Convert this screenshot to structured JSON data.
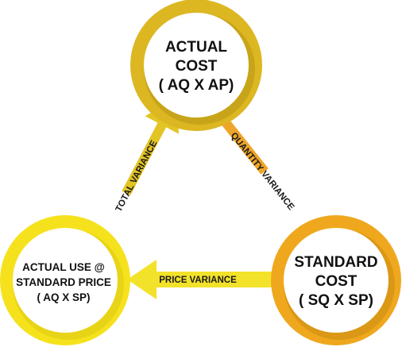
{
  "nodes": {
    "actual_cost": {
      "line1": "ACTUAL",
      "line2": "COST",
      "line3": "( AQ X AP)",
      "ring_color": "#dcb722",
      "ring_shade": "#b89514"
    },
    "standard_cost": {
      "line1": "STANDARD",
      "line2": "COST",
      "line3": "( SQ X SP)",
      "ring_color": "#efa81e",
      "ring_shade": "#c98a10"
    },
    "actual_use": {
      "line1": "ACTUAL USE @",
      "line2": "STANDARD PRICE",
      "line3": "( AQ X SP)",
      "ring_color": "#f5e21d",
      "ring_shade": "#d9c30f"
    }
  },
  "arrows": {
    "total_variance": {
      "label": "TOTAL VARIANCE",
      "color": "#e2c424"
    },
    "quantity_variance": {
      "label": "QUANTITY VARIANCE",
      "color": "#eea52a"
    },
    "price_variance": {
      "label": "PRICE VARIANCE",
      "color": "#f3e22a"
    }
  }
}
